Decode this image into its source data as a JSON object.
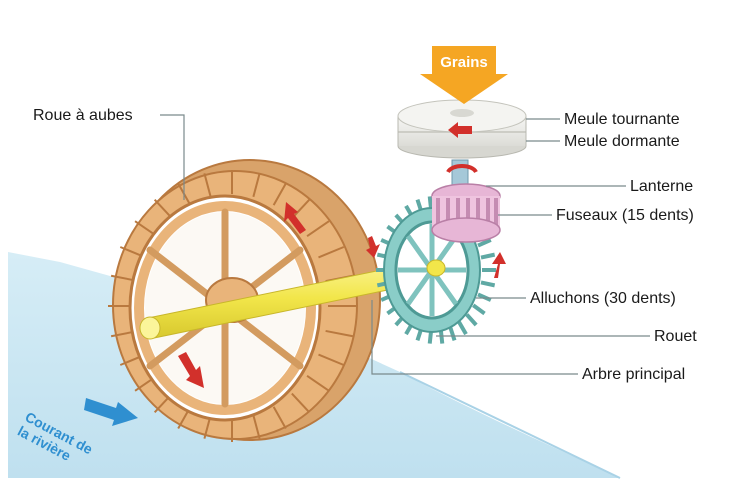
{
  "labels": {
    "roue": "Roue à aubes",
    "grains": "Grains",
    "meule_tournante": "Meule tournante",
    "meule_dormante": "Meule dormante",
    "lanterne": "Lanterne",
    "fuseaux": "Fuseaux (15 dents)",
    "alluchons": "Alluchons (30 dents)",
    "rouet": "Rouet",
    "arbre": "Arbre principal",
    "courant_line1": "Courant de",
    "courant_line2": "la rivière"
  },
  "colors": {
    "wood": "#e9b47a",
    "wood_dark": "#b9793f",
    "axle": "#f2e64a",
    "rouet": "#7fc3be",
    "lanterne": "#e7b6d6",
    "millstone": "#eeeeea",
    "grain_arrow": "#f5a623",
    "rotation_arrow": "#d2302b",
    "water": "#cfe8f3",
    "water_arrow": "#2f8fd0"
  }
}
